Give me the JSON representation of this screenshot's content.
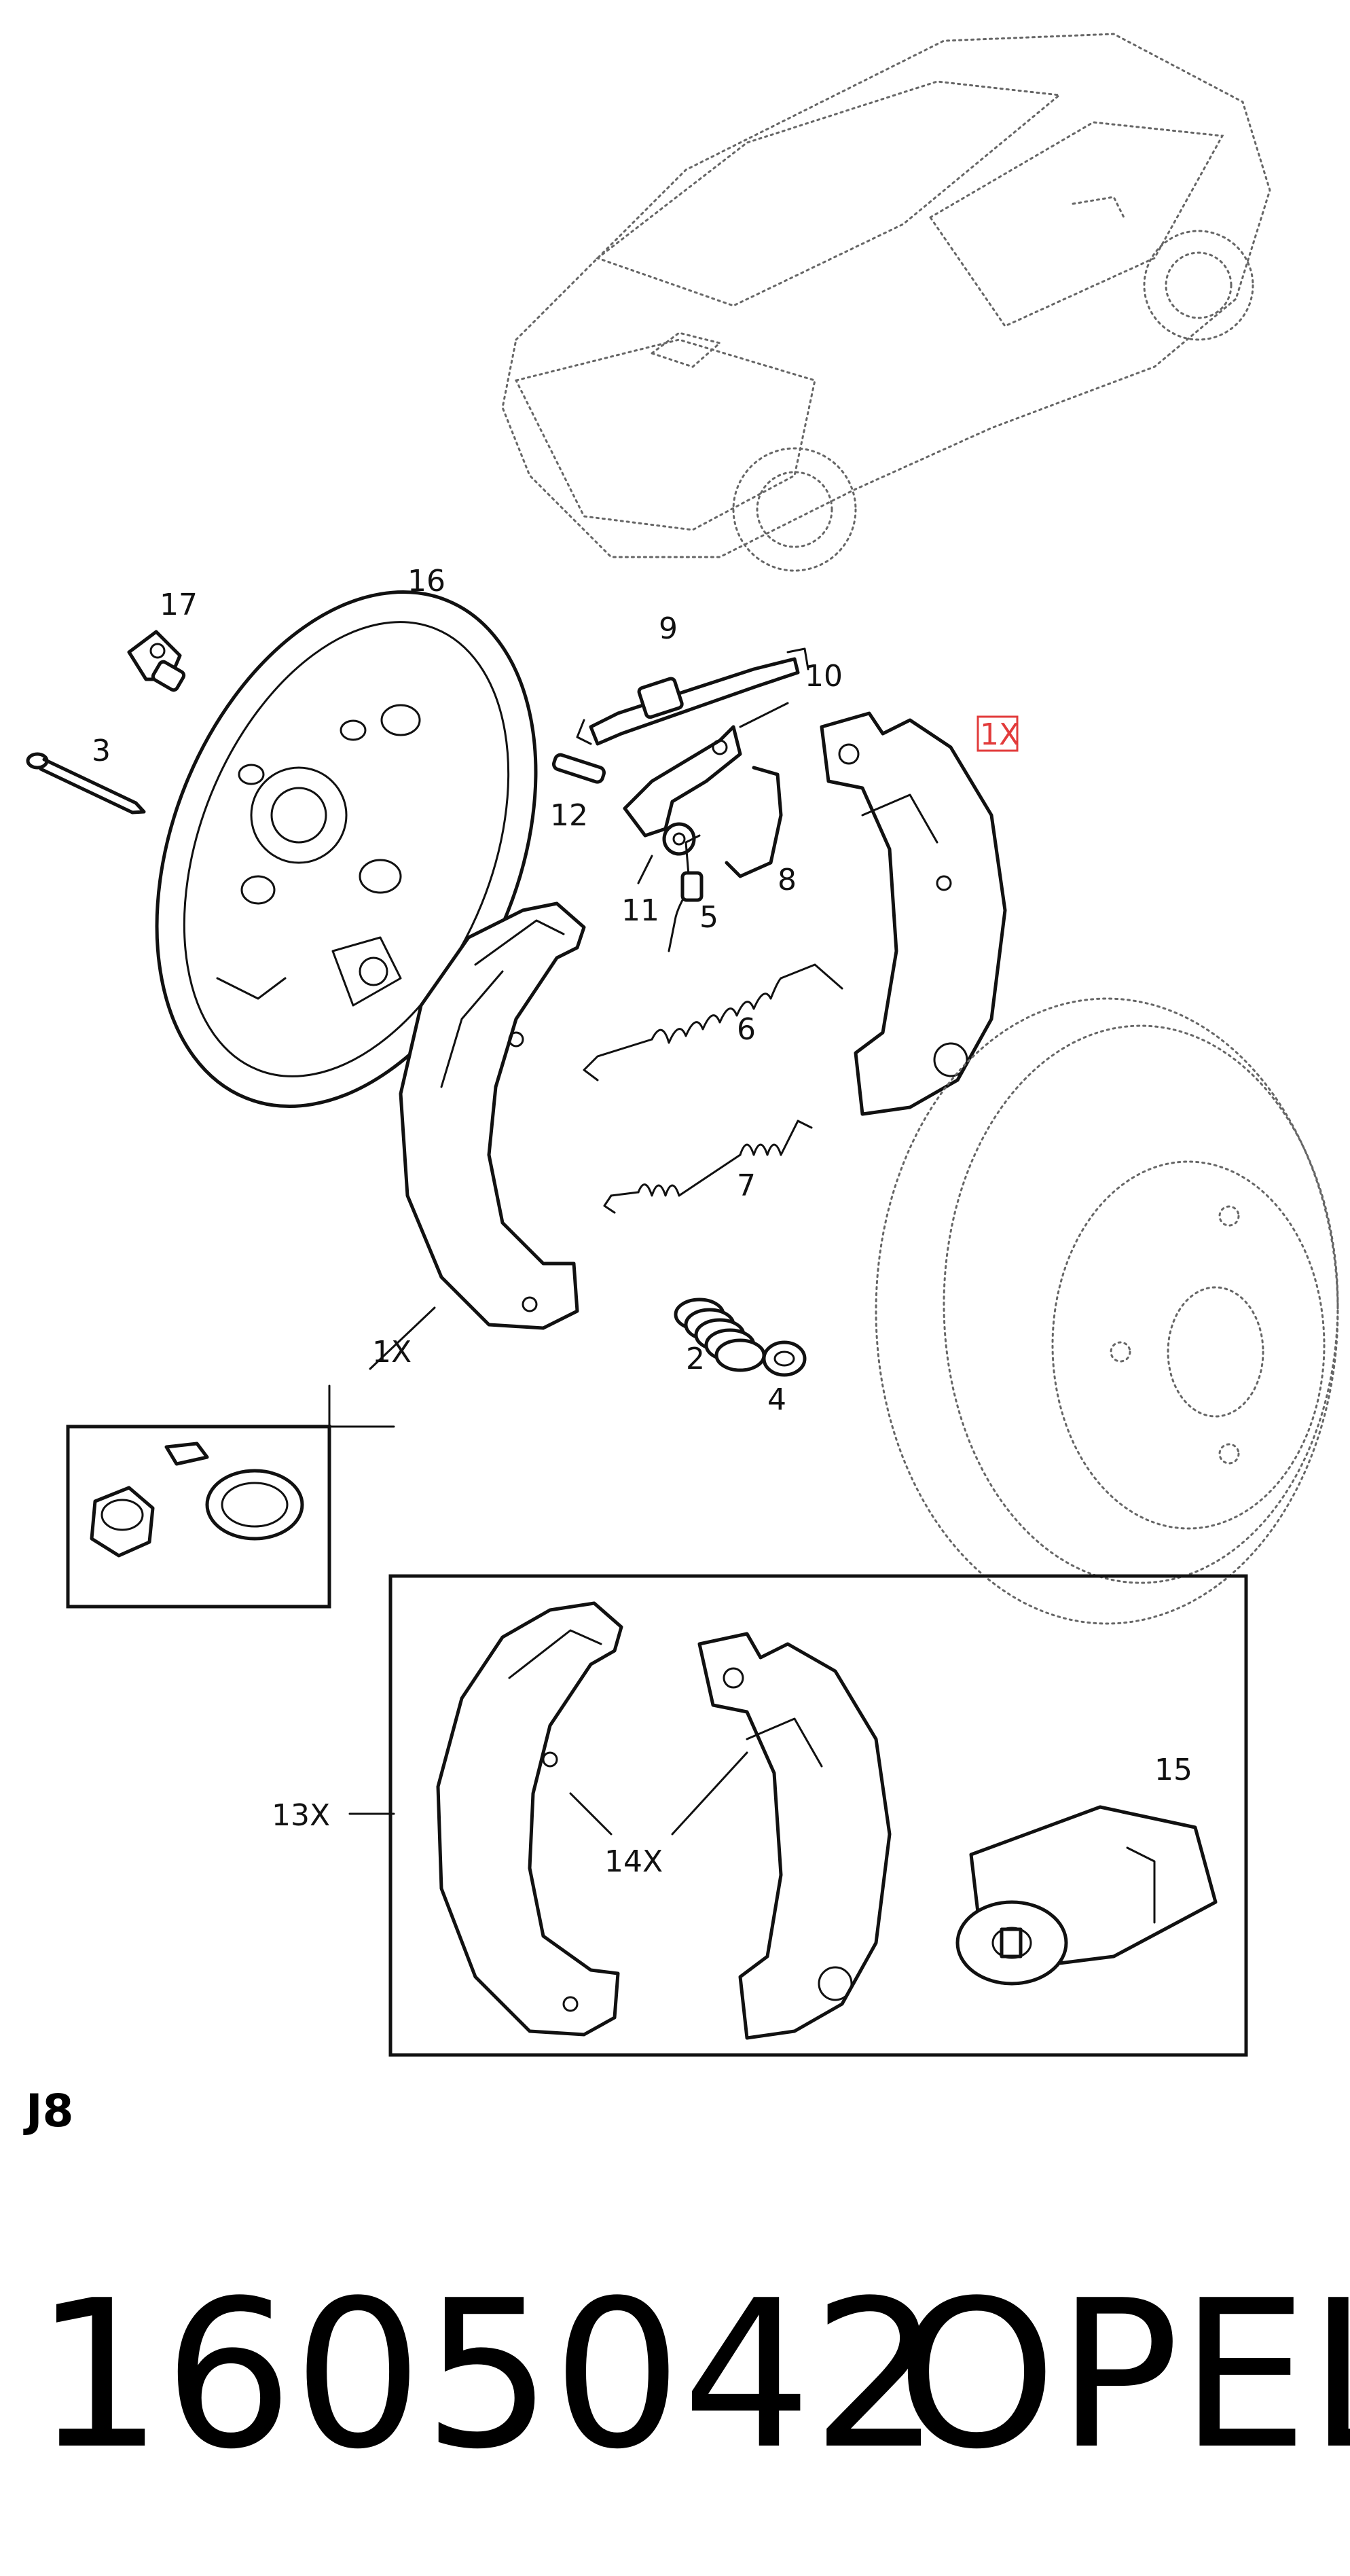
{
  "labels": {
    "p17": "17",
    "p16": "16",
    "p3": "3",
    "p9": "9",
    "p10": "10",
    "p12": "12",
    "p11": "11",
    "p5": "5",
    "p8": "8",
    "p6": "6",
    "p7": "7",
    "p2": "2",
    "p4": "4",
    "qty_left_shoe": "1X",
    "qty_right_shoe": "1X",
    "p13": "13X",
    "p14": "14X",
    "p15": "15"
  },
  "section_code": "J8",
  "part_number": "1605042",
  "brand": "OPEL"
}
